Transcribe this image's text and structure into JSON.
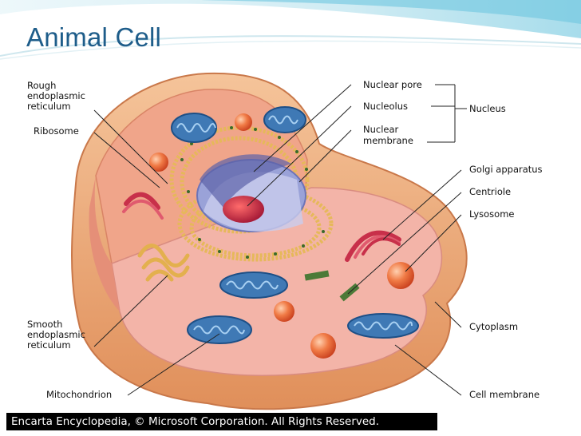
{
  "slide": {
    "title": "Animal Cell"
  },
  "diagram": {
    "labels": {
      "rough_er": [
        "Rough",
        "endoplasmic",
        "reticulum"
      ],
      "ribosome": "Ribosome",
      "smooth_er": [
        "Smooth",
        "endoplasmic",
        "reticulum"
      ],
      "mitochondrion": "Mitochondrion",
      "nuclear_pore": "Nuclear pore",
      "nucleolus": "Nucleolus",
      "nuclear_membrane": [
        "Nuclear",
        "membrane"
      ],
      "nucleus": "Nucleus",
      "golgi": "Golgi apparatus",
      "centriole": "Centriole",
      "lysosome": "Lysosome",
      "cytoplasm": "Cytoplasm",
      "cell_membrane": "Cell membrane"
    }
  },
  "credit": "Encarta Encyclopedia, © Microsoft Corporation. All Rights Reserved.",
  "colors": {
    "title": "#1e5d8a",
    "cell_outer": "#e9a26e",
    "cytoplasm": "#f3b4a8",
    "mitochondria": "#3f79b5",
    "lysosome": "#e65a2c"
  }
}
